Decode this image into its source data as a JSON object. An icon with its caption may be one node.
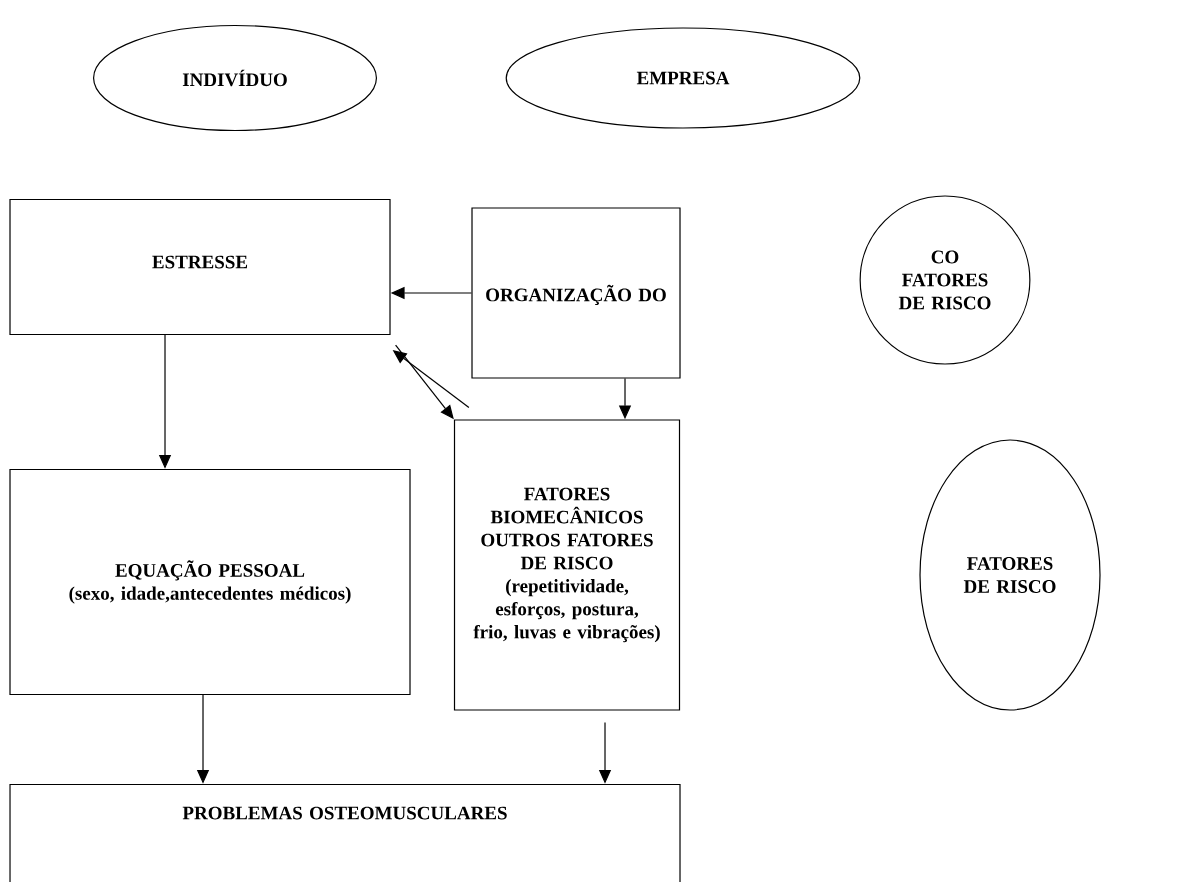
{
  "diagram": {
    "nodes": [
      {
        "text": [
          "INDIVÍDUO"
        ]
      },
      {
        "text": [
          "EMPRESA"
        ]
      },
      {
        "text": [
          "ESTRESSE"
        ]
      },
      {
        "text": [
          "ORGANIZAÇÃO DO"
        ]
      },
      {
        "text": [
          "CO FATORES DE RISCO"
        ]
      },
      {
        "text": [
          "EQUAÇÃO PESSOAL",
          "(sexo, idade,antecedentes médicos)"
        ]
      },
      {
        "text": [
          "FATORES BIOMECÂNICOS OUTROS FATORES DE RISCO",
          "(repetitividade, esforços, postura, frio, luvas e vibrações)"
        ]
      },
      {
        "text": [
          "FATORES DE RISCO"
        ]
      },
      {
        "text": [
          "PROBLEMAS OSTEOMUSCULARES"
        ]
      }
    ],
    "edges": [
      {
        "from": 3,
        "to": 2,
        "arrow": "to"
      },
      {
        "from": 2,
        "to": 5,
        "arrow": "to"
      },
      {
        "from": 2,
        "to": 6,
        "arrow": "to"
      },
      {
        "from": 6,
        "to": 2,
        "arrow": "to"
      },
      {
        "from": 3,
        "to": 6,
        "arrow": "to"
      },
      {
        "from": 5,
        "to": 8,
        "arrow": "to"
      },
      {
        "from": 6,
        "to": 8,
        "arrow": "to"
      }
    ]
  }
}
